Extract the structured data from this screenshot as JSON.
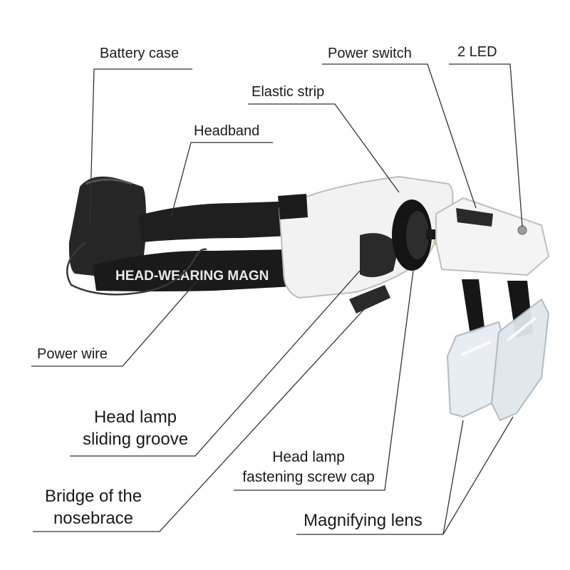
{
  "labels": {
    "battery_case": "Battery case",
    "power_switch": "Power switch",
    "led": "2 LED",
    "elastic_strip": "Elastic strip",
    "headband": "Headband",
    "power_wire": "Power wire",
    "sliding_groove": [
      "Head lamp",
      "sliding groove"
    ],
    "screw_cap": [
      "Head lamp",
      "fastening screw cap"
    ],
    "bridge": [
      "Bridge of the",
      "nosebrace"
    ],
    "lens": "Magnifying lens"
  },
  "headband_print": "HEAD-WEARING MAGN",
  "colors": {
    "line": "#333333",
    "body_white": "#f2f2f2",
    "band_black": "#1c1c1c",
    "lens": "#e6edf2"
  }
}
